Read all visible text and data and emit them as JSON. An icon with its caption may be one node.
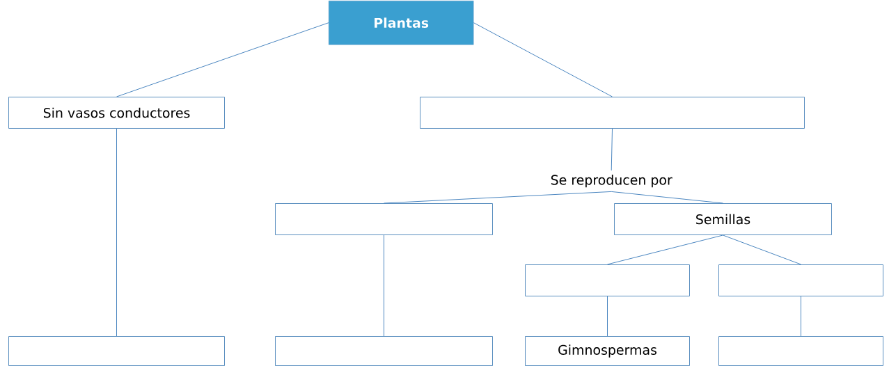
{
  "diagram": {
    "nodes": [
      {
        "text": [
          "Plantas"
        ]
      },
      {
        "text": [
          "Sin vasos conductores"
        ]
      },
      {
        "text": [],
        "shape": "box"
      },
      {
        "text": [
          "Se reproducen por"
        ]
      },
      {
        "text": [],
        "shape": "box"
      },
      {
        "text": [
          "Semillas"
        ]
      },
      {
        "text": [],
        "shape": "box"
      },
      {
        "text": [],
        "shape": "box"
      },
      {
        "text": [],
        "shape": "box"
      },
      {
        "text": [],
        "shape": "box"
      },
      {
        "text": [
          "Gimnospermas"
        ]
      },
      {
        "text": [],
        "shape": "box"
      }
    ],
    "edges": [
      {
        "from": 0,
        "to": 1,
        "arrow": "none"
      },
      {
        "from": 0,
        "to": 2,
        "arrow": "none"
      },
      {
        "from": 1,
        "to": 8,
        "arrow": "none"
      },
      {
        "from": 2,
        "to": 3,
        "arrow": "none"
      },
      {
        "from": 3,
        "to": 4,
        "arrow": "none"
      },
      {
        "from": 3,
        "to": 5,
        "arrow": "none"
      },
      {
        "from": 4,
        "to": 9,
        "arrow": "none"
      },
      {
        "from": 5,
        "to": 6,
        "arrow": "none"
      },
      {
        "from": 5,
        "to": 7,
        "arrow": "none"
      },
      {
        "from": 6,
        "to": 10,
        "arrow": "none"
      },
      {
        "from": 7,
        "to": 11,
        "arrow": "none"
      }
    ]
  }
}
